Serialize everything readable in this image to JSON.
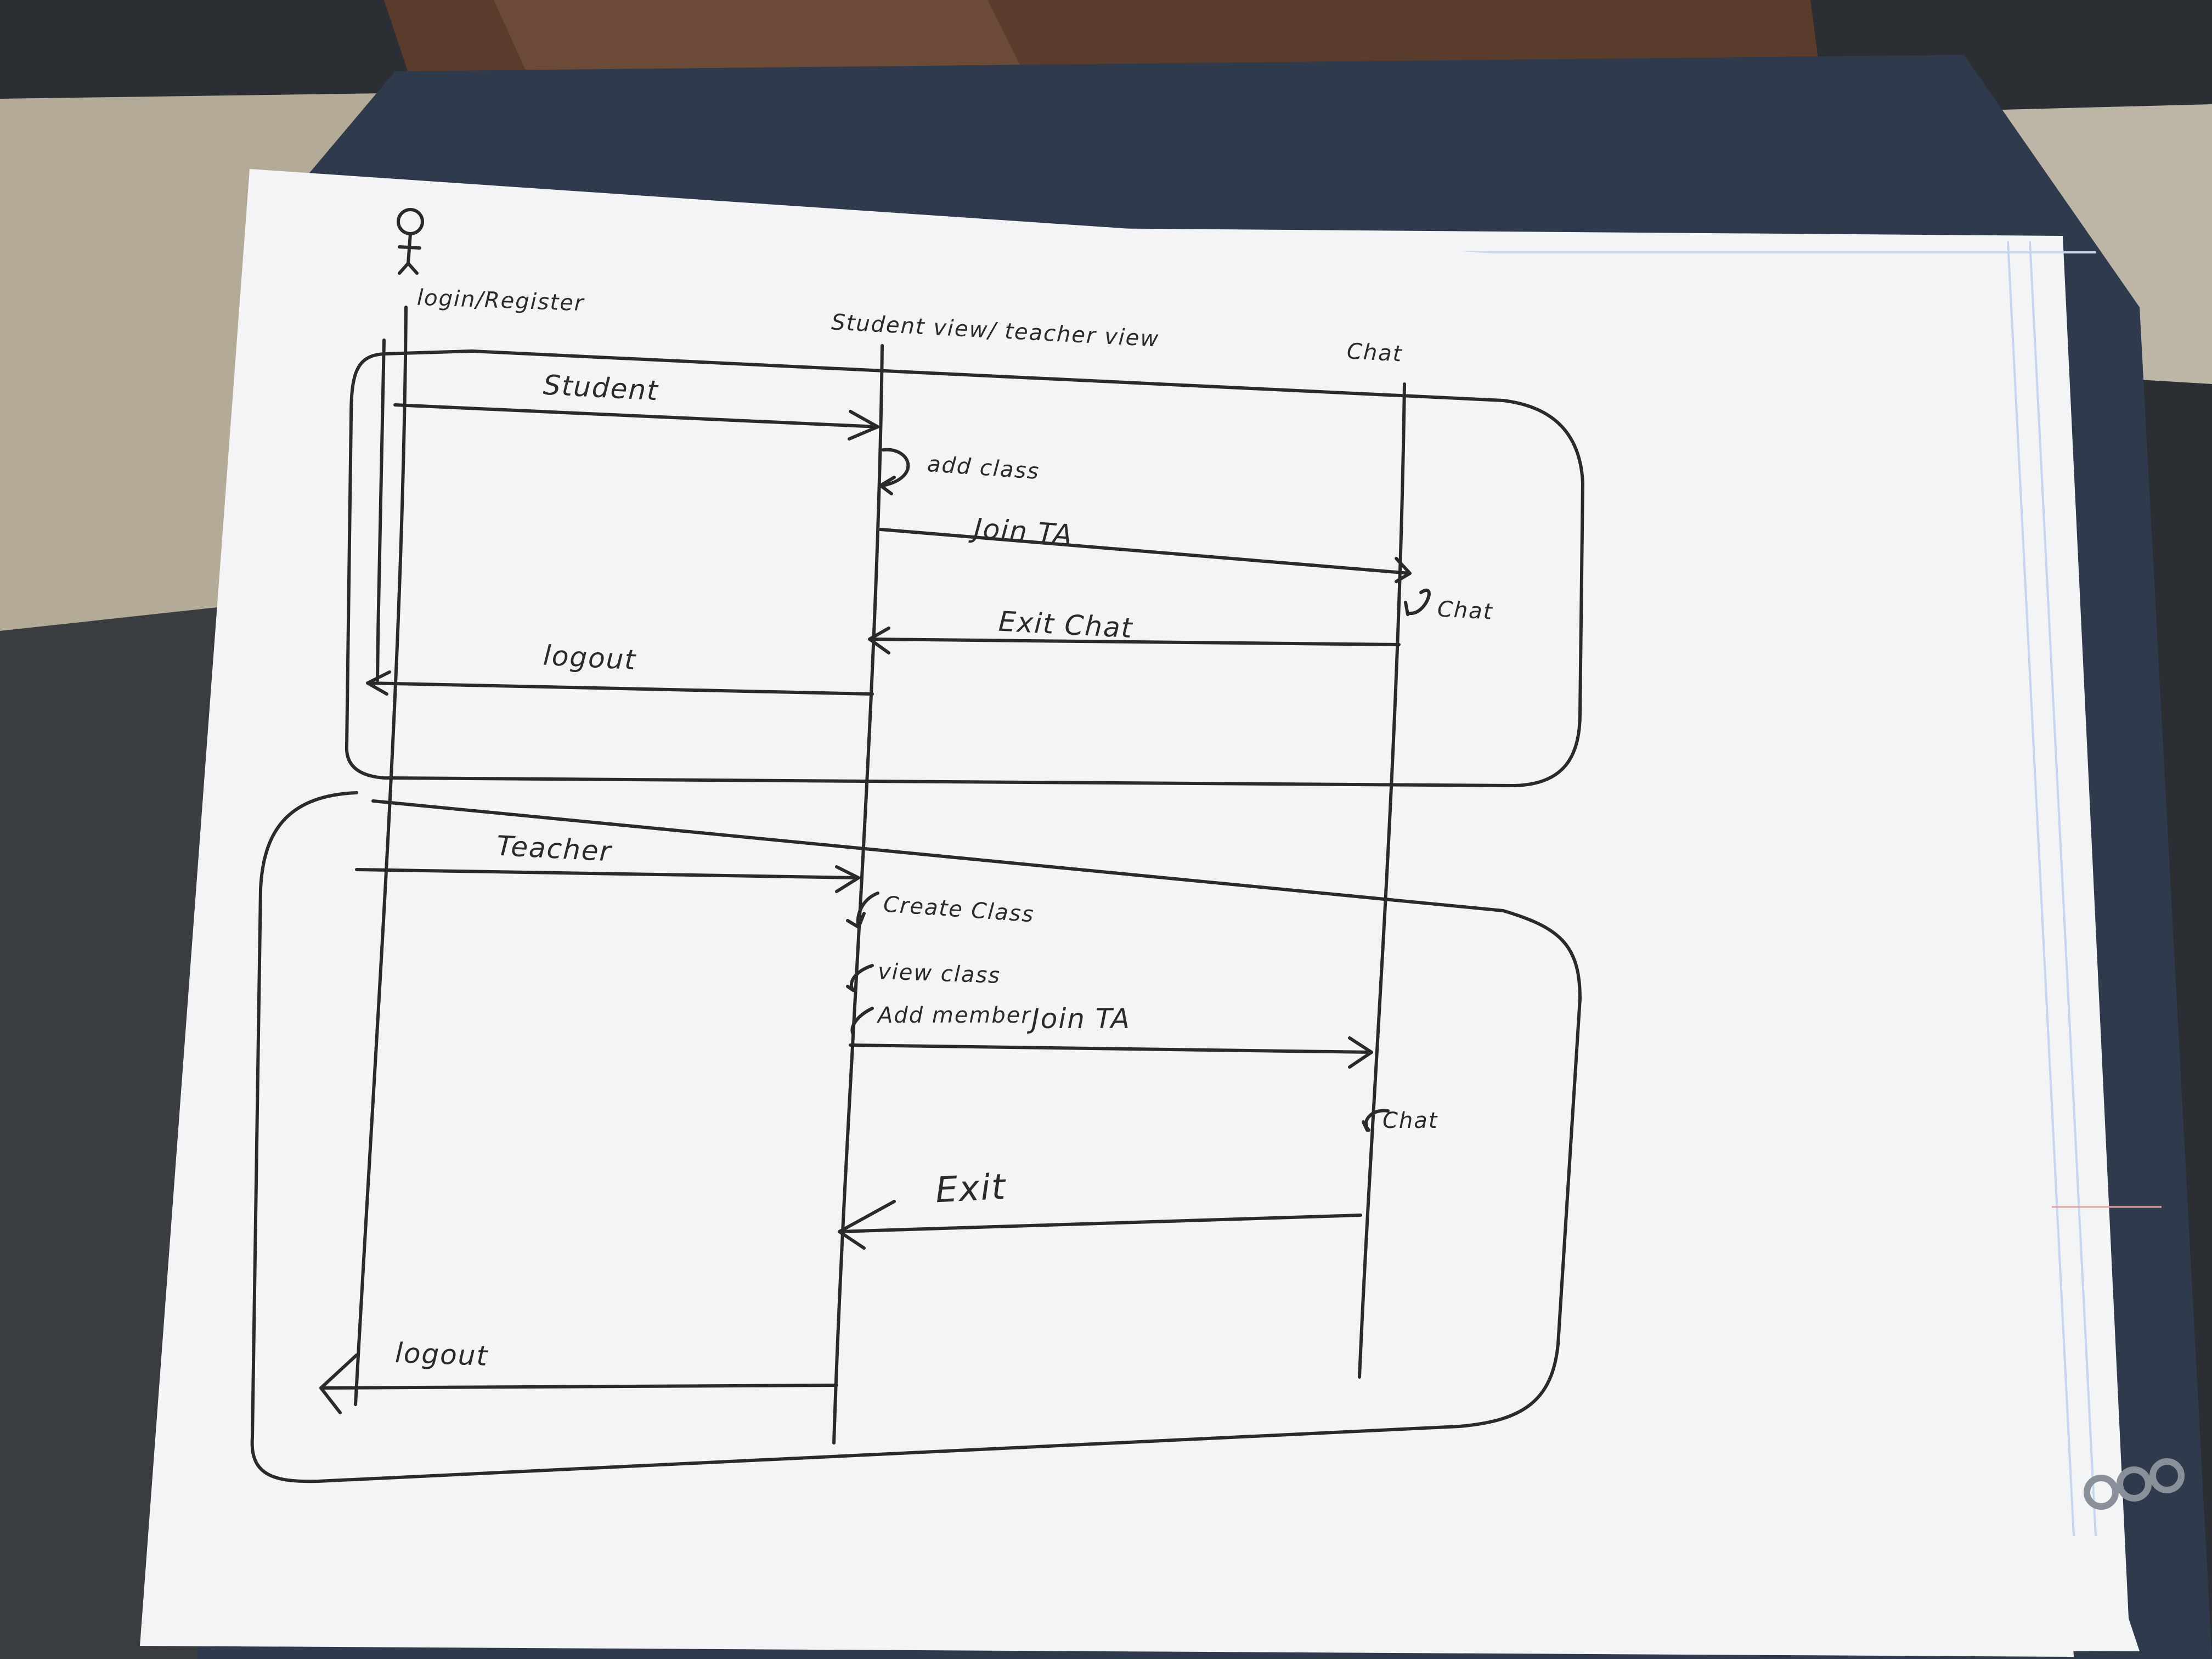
{
  "participants": {
    "actor": "login/Register",
    "views": "Student view/ teacher view",
    "chat": "Chat"
  },
  "student_fragment": {
    "student": "Student",
    "add_class": "add class",
    "join_ta": "Join TA",
    "chat_self": "Chat",
    "exit_chat": "Exit Chat",
    "logout": "logout"
  },
  "teacher_fragment": {
    "teacher": "Teacher",
    "create_class": "Create Class",
    "view_class": "view class",
    "add_member": "Add member",
    "join_ta": "Join TA",
    "chat_self": "Chat",
    "exit": "Exit",
    "logout": "logout"
  },
  "colors": {
    "paper": "#f4f4f6",
    "ink": "#2a2a2a",
    "laptop": "#2e3a4c",
    "couch": "#b5ad9c"
  }
}
